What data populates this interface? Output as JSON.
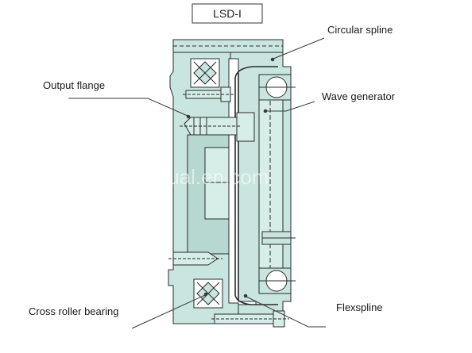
{
  "diagram": {
    "title": "LSD-I",
    "watermark": "laifual.en.com",
    "labels": {
      "circular_spline": "Circular spline",
      "output_flange": "Output flange",
      "wave_generator": "Wave generator",
      "cross_roller_bearing": "Cross roller bearing",
      "flexspline": "Flexspline"
    },
    "colors": {
      "part_fill": "#c9e5df",
      "part_fill_dark": "#b6d8d1",
      "outline": "#2b2b2b",
      "leader": "#3a3a3a"
    }
  }
}
